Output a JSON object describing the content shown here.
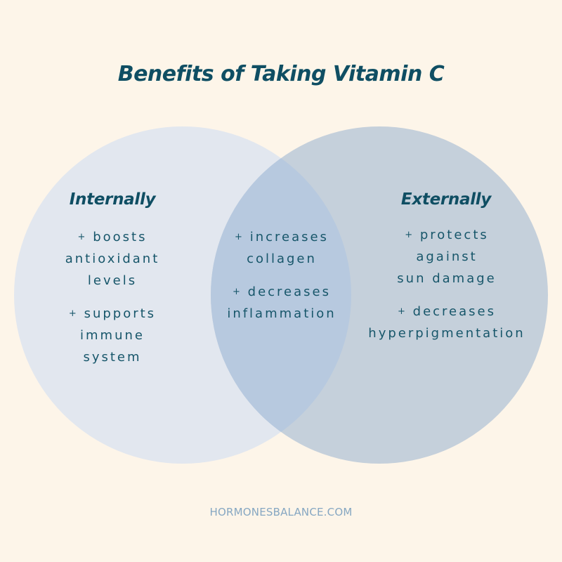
{
  "title": "Benefits of Taking Vitamin C",
  "colors": {
    "background": "#fdf5e9",
    "left_circle": "#e2e7ef",
    "right_circle": "#c5d0db",
    "overlap": "#b7c9df",
    "text": "#0f4e63",
    "footer": "#86a7c2"
  },
  "venn": {
    "left": {
      "heading": "Internally",
      "items": [
        {
          "plus": "+",
          "text": "boosts\nantioxidant\nlevels"
        },
        {
          "plus": "+",
          "text": "supports\nimmune\nsystem"
        }
      ]
    },
    "overlap": {
      "items": [
        {
          "plus": "+",
          "text": "increases\ncollagen"
        },
        {
          "plus": "+",
          "text": "decreases\ninflammation"
        }
      ]
    },
    "right": {
      "heading": "Externally",
      "items": [
        {
          "plus": "+",
          "text": "protects\nagainst\nsun damage"
        },
        {
          "plus": "+",
          "text": "decreases\nhyperpigmentation"
        }
      ]
    }
  },
  "footer": "HORMONESBALANCE.COM"
}
